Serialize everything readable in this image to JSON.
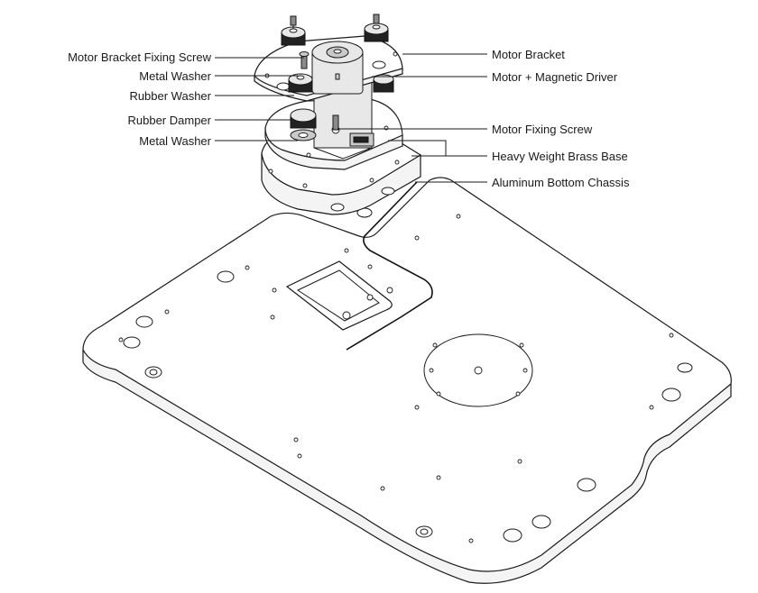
{
  "labels": {
    "motor_bracket_fixing_screw": "Motor Bracket Fixing Screw",
    "metal_washer_top": "Metal Washer",
    "rubber_washer": "Rubber Washer",
    "rubber_damper": "Rubber Damper",
    "metal_washer_bottom": "Metal Washer",
    "motor_bracket": "Motor Bracket",
    "motor_magnetic_driver": "Motor + Magnetic Driver",
    "motor_fixing_screw": "Motor Fixing Screw",
    "heavy_weight_brass_base": "Heavy Weight Brass Base",
    "aluminum_bottom_chassis": "Aluminum Bottom Chassis"
  }
}
